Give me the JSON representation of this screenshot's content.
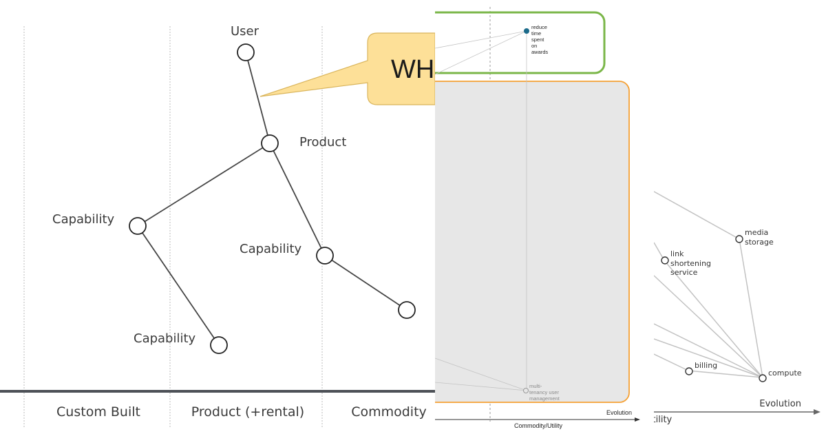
{
  "left_map": {
    "nodes": {
      "user": "User",
      "product": "Product",
      "capability_a": "Capability",
      "capability_b": "Capability",
      "capability_c": "Capability"
    },
    "callout_text": "WH",
    "evolution_stages": [
      "Custom Built",
      "Product (+rental)",
      "Commodity"
    ]
  },
  "middle_map": {
    "component_top": [
      "reduce",
      "time",
      "spent",
      "on",
      "awards"
    ],
    "component_bottom": [
      "multi-",
      "tenancy user",
      "management"
    ],
    "axis_label": "Evolution",
    "stage_label": "Commodity/Utility",
    "colors": {
      "green": "#7ab648",
      "orange": "#f5a033",
      "grey_fill": "#e7e7e7",
      "dot": "#1b6a8a"
    }
  },
  "right_map": {
    "components": {
      "media_storage": [
        "media",
        "storage"
      ],
      "link_shortening": [
        "link",
        "shortening",
        "service"
      ],
      "billing": "billing",
      "compute": "compute"
    },
    "axis_label": "Evolution",
    "stage_label": "Utility"
  }
}
